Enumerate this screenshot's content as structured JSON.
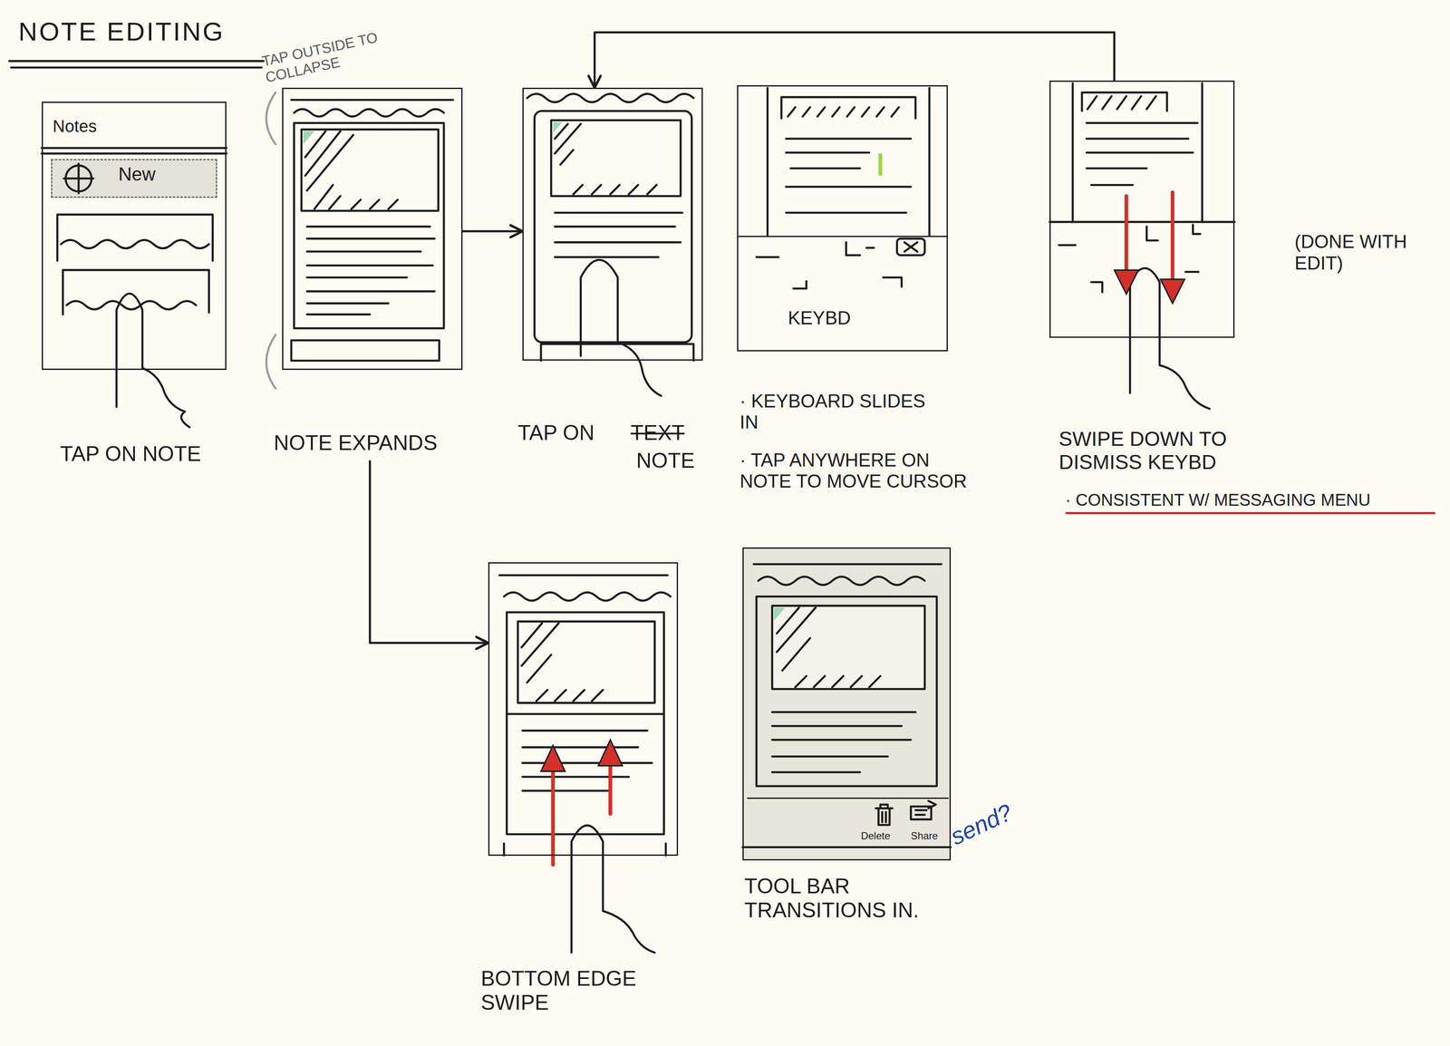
{
  "diagram": {
    "title": "NOTE EDITING",
    "nodes": [
      {
        "text": [
          "Notes",
          "TAP ON NOTE"
        ]
      },
      {
        "text": [
          "New"
        ],
        "in": 0
      },
      {
        "text": [
          "NOTE EXPANDS"
        ]
      },
      {
        "text": [
          "TAP ON",
          "TEXT",
          "NOTE"
        ]
      },
      {
        "text": [
          "· KEYBOARD SLIDES IN",
          "· TAP ANYWHERE ON NOTE TO MOVE CURSOR"
        ]
      },
      {
        "text": [
          "KEYBD"
        ],
        "in": 4
      },
      {
        "text": [
          "SWIPE DOWN TO DISMISS KEYBD",
          "· CONSISTENT W/ MESSAGING MENU"
        ]
      },
      {
        "text": [
          "BOTTOM EDGE SWIPE"
        ]
      },
      {
        "text": [
          "TOOL BAR TRANSITIONS IN."
        ]
      },
      {
        "text": [
          "Delete",
          "Share"
        ],
        "in": 8
      }
    ],
    "edges": [
      {
        "from": 2,
        "to": 3,
        "arrow": "to"
      },
      {
        "from": 6,
        "to": 3,
        "arrow": "to"
      },
      {
        "from": 2,
        "to": 7,
        "arrow": "to"
      }
    ],
    "labels": [
      "TAP OUTSIDE TO COLLAPSE",
      "(DONE WITH EDIT)",
      "send?"
    ]
  }
}
